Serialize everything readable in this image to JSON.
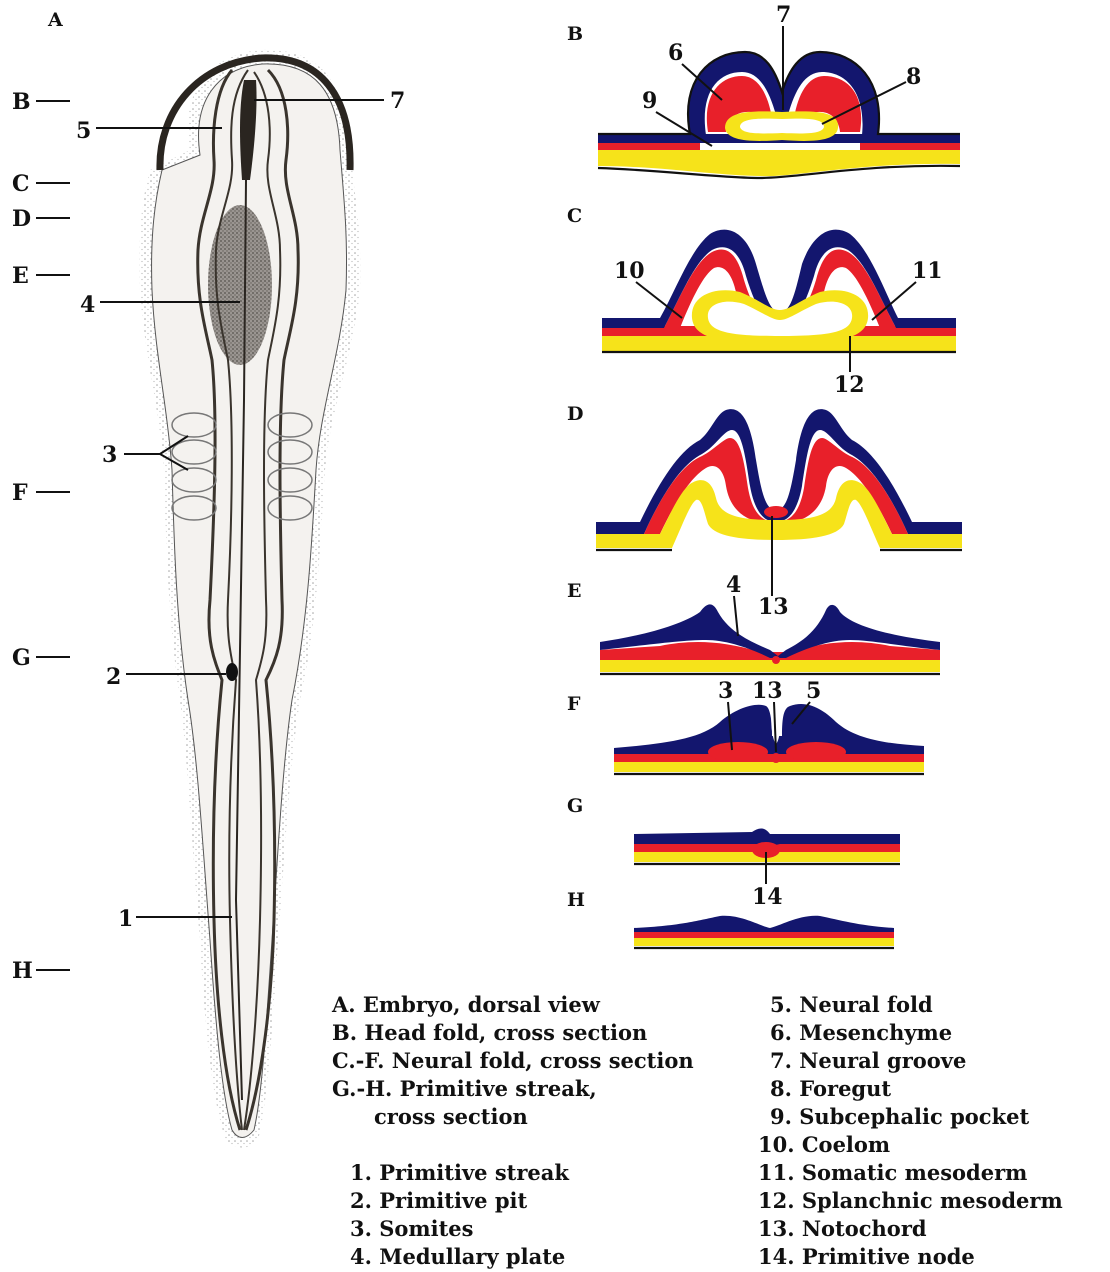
{
  "colors": {
    "ectoderm": "#13166e",
    "mesoderm": "#e8202a",
    "endoderm": "#f6e31a",
    "outline": "#111111"
  },
  "panels": {
    "A": "A",
    "B": "B",
    "C": "C",
    "D": "D",
    "E": "E",
    "F": "F",
    "G": "G",
    "H": "H"
  },
  "levels": {
    "B": "B",
    "C": "C",
    "D": "D",
    "E": "E",
    "F": "F",
    "G": "G",
    "H": "H"
  },
  "callouts": {
    "embryo": {
      "n1": "1",
      "n2": "2",
      "n3": "3",
      "n4": "4",
      "n5": "5",
      "n7": "7"
    },
    "B": {
      "n6": "6",
      "n7": "7",
      "n8": "8",
      "n9": "9"
    },
    "C": {
      "n10": "10",
      "n11": "11",
      "n12": "12"
    },
    "D": {
      "n13": "13"
    },
    "E": {
      "n4": "4"
    },
    "F": {
      "n3": "3",
      "n13": "13",
      "n5": "5"
    },
    "G": {
      "n14": "14"
    }
  },
  "legend": {
    "left": [
      "A. Embryo, dorsal view",
      "B. Head fold, cross section",
      "C.-F. Neural fold, cross section",
      "G.-H. Primitive streak,",
      "cross section",
      "1. Primitive streak",
      "2. Primitive pit",
      "3. Somites",
      "4. Medullary plate"
    ],
    "right": [
      "5. Neural fold",
      "6. Mesenchyme",
      "7. Neural groove",
      "8. Foregut",
      "9. Subcephalic pocket",
      "10. Coelom",
      "11. Somatic mesoderm",
      "12. Splanchnic mesoderm",
      "13. Notochord",
      "14. Primitive node"
    ]
  }
}
